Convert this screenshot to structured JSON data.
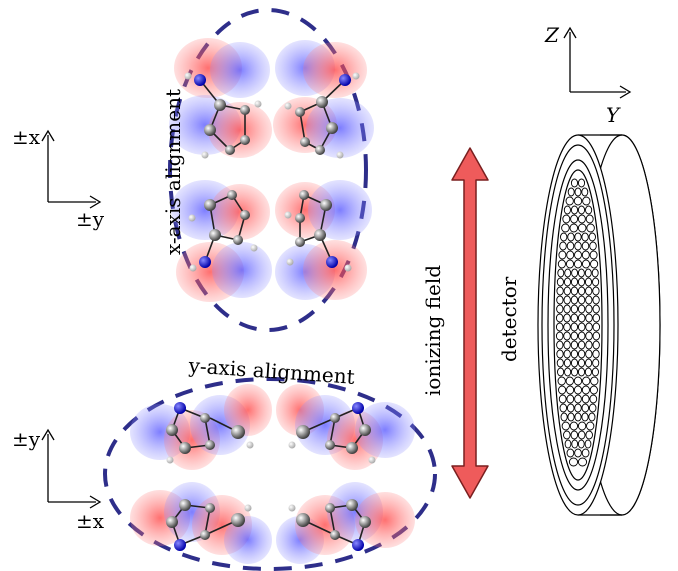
{
  "labels": {
    "x_alignment": "x-axis alignment",
    "y_alignment": "y-axis alignment",
    "ionizing_field": "ionizing field",
    "detector": "detector"
  },
  "axes": {
    "top_left": {
      "vertical": "±x",
      "horizontal": "±y"
    },
    "bottom_left": {
      "vertical": "±y",
      "horizontal": "±x"
    },
    "top_right": {
      "vertical": "Z",
      "horizontal": "Y"
    }
  },
  "colors": {
    "lobe_red": "#ff4d4d",
    "lobe_blue": "#5a5aff",
    "ellipse_dash": "#2e2e8a",
    "ellipse_fill": "#7b7be6",
    "arrow_fill": "#ef5b5b",
    "arrow_stroke": "#7a1f1f"
  },
  "icons": {
    "axes": "axis-arrows",
    "molecules": "molecule-orbital-lobes",
    "field": "double-headed-arrow",
    "detector": "detector-plate"
  }
}
